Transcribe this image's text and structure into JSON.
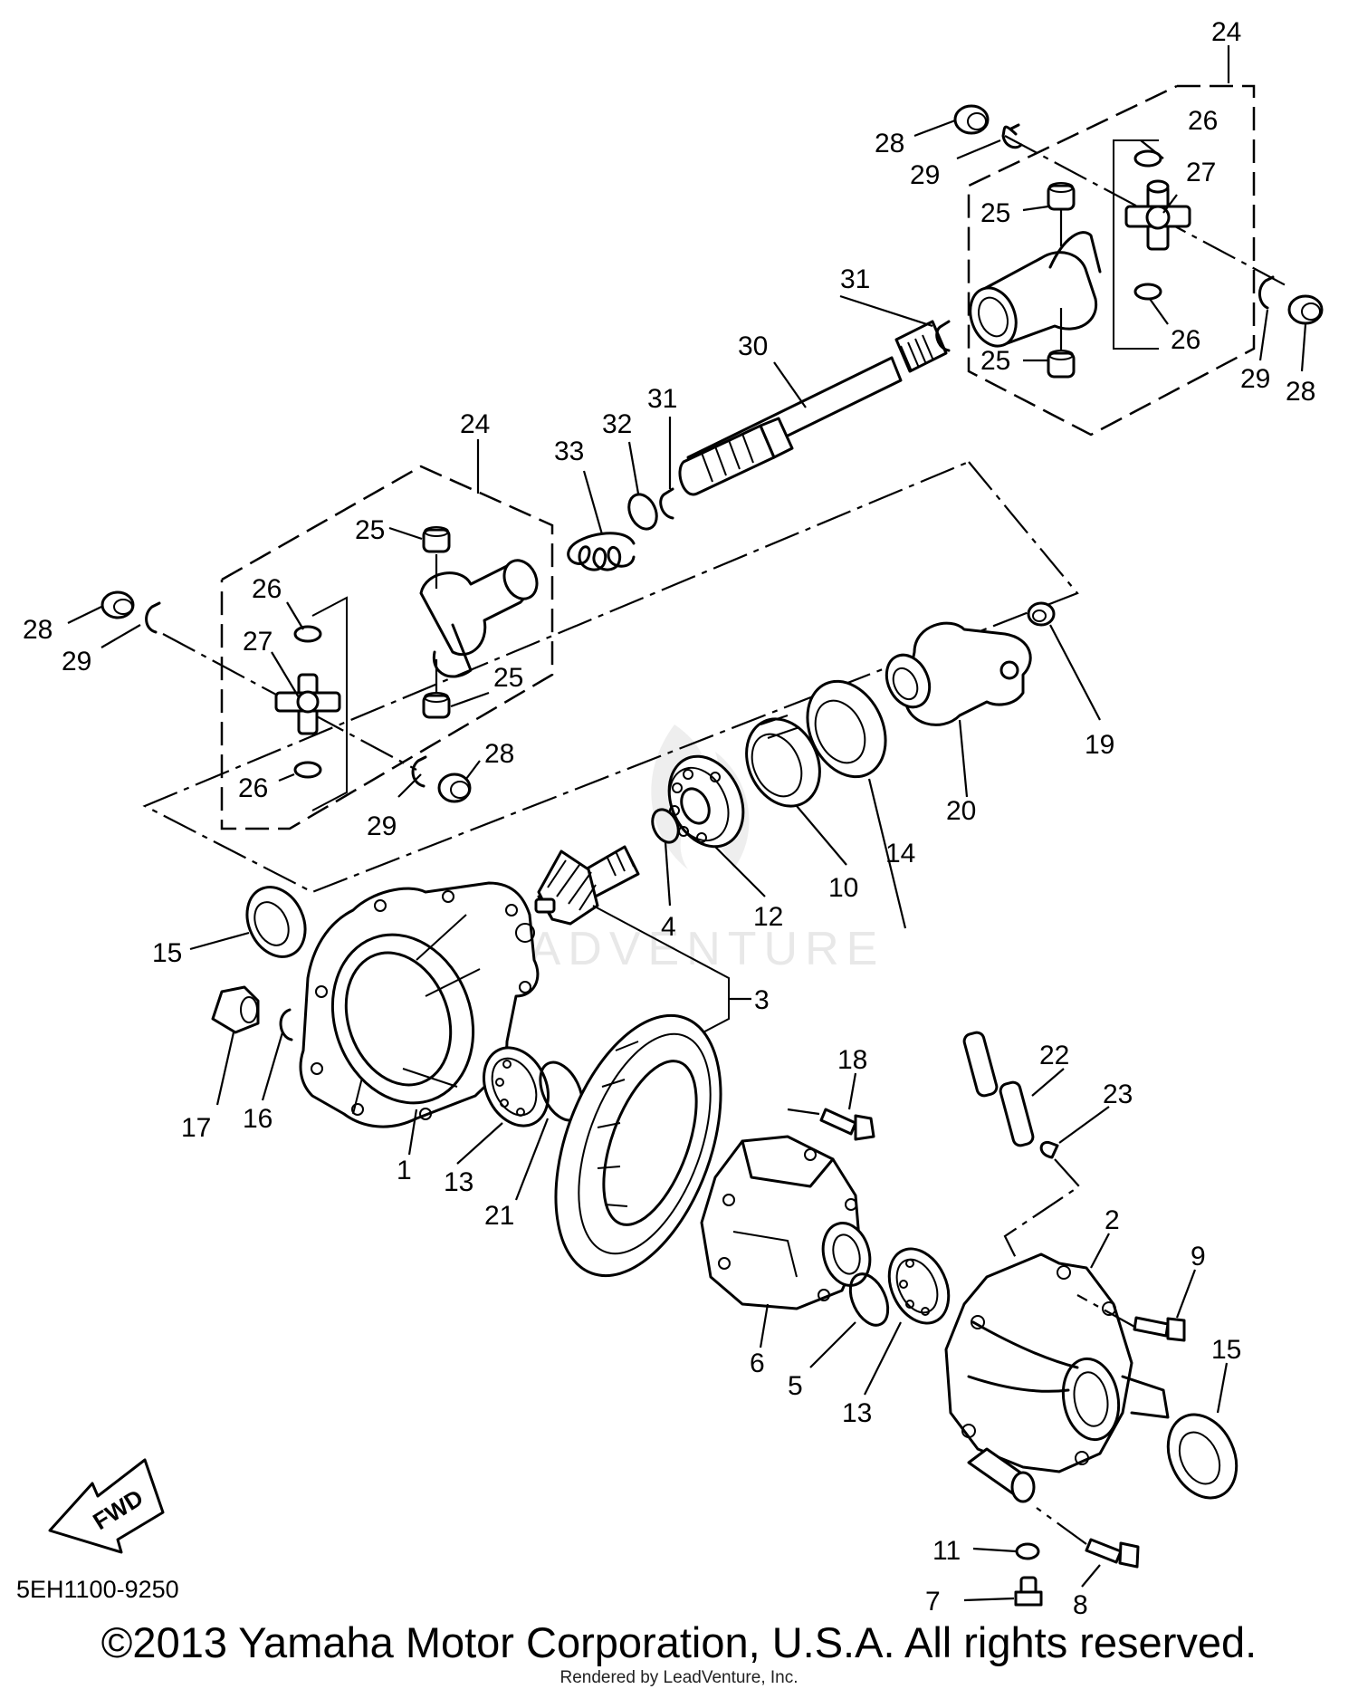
{
  "diagram": {
    "code": "5EH1100-9250",
    "copyright": "©2013 Yamaha Motor Corporation, U.S.A. All rights reserved.",
    "rendered_by": "Rendered by LeadVenture, Inc.",
    "watermark": "LEADVENTURE",
    "fwd_label": "FWD"
  },
  "callouts": {
    "c24a": "24",
    "c28a": "28",
    "c29a": "29",
    "c26a": "26",
    "c27a": "27",
    "c25a": "25",
    "c26b": "26",
    "c25b": "25",
    "c29b": "29",
    "c28b": "28",
    "c31a": "31",
    "c30": "30",
    "c33": "33",
    "c32": "32",
    "c31b": "31",
    "c24b": "24",
    "c25c": "25",
    "c26c": "26",
    "c28c": "28",
    "c29c": "29",
    "c27b": "27",
    "c25d": "25",
    "c26d": "26",
    "c29d": "29",
    "c28d": "28",
    "c19": "19",
    "c20": "20",
    "c14": "14",
    "c10": "10",
    "c12": "12",
    "c4": "4",
    "c15a": "15",
    "c3": "3",
    "c17": "17",
    "c16": "16",
    "c1": "1",
    "c13a": "13",
    "c21": "21",
    "c18": "18",
    "c22": "22",
    "c23": "23",
    "c2": "2",
    "c9": "9",
    "c6": "6",
    "c5": "5",
    "c13b": "13",
    "c15b": "15",
    "c11": "11",
    "c8": "8",
    "c7": "7"
  }
}
